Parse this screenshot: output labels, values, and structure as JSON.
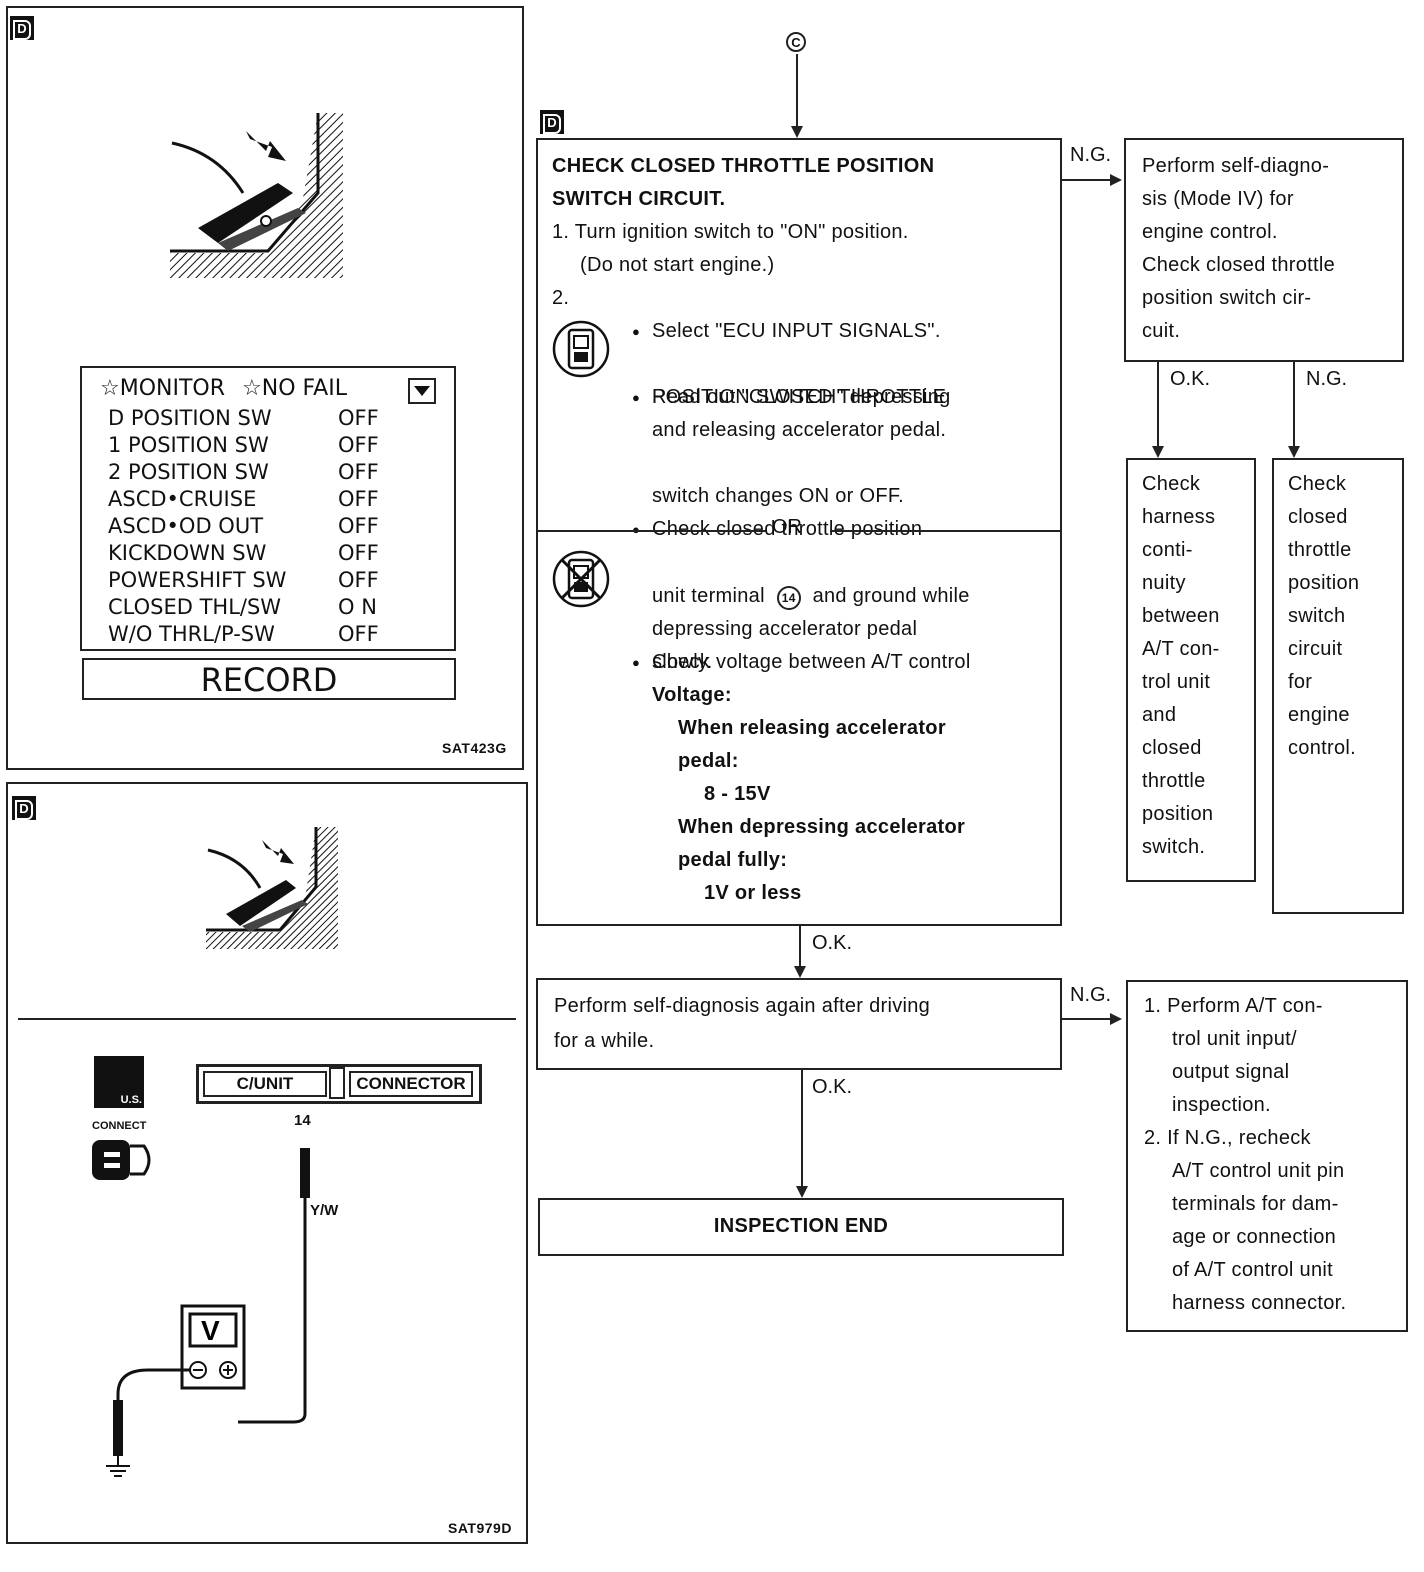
{
  "top_panel": {
    "tag": "D",
    "code": "SAT423G",
    "monitor": {
      "header_left": "MONITOR",
      "header_right": "NO FAIL",
      "rows": [
        {
          "label": "D POSITION SW",
          "value": "OFF"
        },
        {
          "label": "1 POSITION SW",
          "value": "OFF"
        },
        {
          "label": "2 POSITION SW",
          "value": "OFF"
        },
        {
          "label": "ASCD•CRUISE",
          "value": "OFF"
        },
        {
          "label": "ASCD•OD OUT",
          "value": "OFF"
        },
        {
          "label": "KICKDOWN SW",
          "value": "OFF"
        },
        {
          "label": "POWERSHIFT SW",
          "value": "OFF"
        },
        {
          "label": "CLOSED THL/SW",
          "value": "O N"
        },
        {
          "label": "W/O THRL/P-SW",
          "value": "OFF"
        }
      ],
      "record_label": "RECORD"
    }
  },
  "bottom_panel": {
    "tag": "D",
    "code": "SAT979D",
    "connector_left": "C/UNIT",
    "connector_right": "CONNECTOR",
    "pin": "14",
    "wire": "Y/W",
    "connect_label": "CONNECT",
    "meter_label": "V",
    "us_label": "U.S."
  },
  "flow": {
    "entry": "C",
    "tag": "D",
    "main_box": {
      "title1": "CHECK CLOSED THROTTLE POSITION",
      "title2": "SWITCH CIRCUIT.",
      "step1a": "1. Turn ignition switch to \"ON\" position.",
      "step1b": "(Do not start engine.)",
      "step2": "2.",
      "b1": "Select \"ECU INPUT SIGNALS\".",
      "b2a": "Read out \"CLOSED THROTTLE",
      "b2b": "POSITION SWITCH\" depressing",
      "b2c": "and releasing accelerator pedal.",
      "b3a": "Check closed throttle position",
      "b3b": "switch changes ON or OFF.",
      "or": "OR",
      "c1a": "Check voltage between A/T control",
      "c1b_pre": "unit terminal",
      "c1b_pin": "14",
      "c1b_post": "and ground while",
      "c1c": "depressing accelerator pedal",
      "c1d": "slowly.",
      "voltage": "Voltage:",
      "rel1": "When releasing accelerator",
      "rel2": "pedal:",
      "rel_val": "8 - 15V",
      "dep1": "When depressing accelerator",
      "dep2": "pedal fully:",
      "dep_val": "1V or less"
    },
    "ng1": "N.G.",
    "right_box1": [
      "Perform self-diagno-",
      "sis (Mode IV) for",
      "engine control.",
      "Check closed throttle",
      "position switch cir-",
      "cuit."
    ],
    "ok_a": "O.K.",
    "ng_a": "N.G.",
    "harness_box": [
      "Check",
      "harness",
      "conti-",
      "nuity",
      "between",
      "A/T con-",
      "trol unit",
      "and",
      "closed",
      "throttle",
      "position",
      "switch."
    ],
    "closed_box": [
      "Check",
      "closed",
      "throttle",
      "position",
      "switch",
      "circuit",
      "for",
      "engine",
      "control."
    ],
    "ok1": "O.K.",
    "self_diag_box": [
      "Perform self-diagnosis again after driving",
      "for a while."
    ],
    "ng2": "N.G.",
    "ok2": "O.K.",
    "end_box": "INSPECTION END",
    "right_box2": {
      "l1": "1. Perform A/T con-",
      "l2": "trol unit input/",
      "l3": "output signal",
      "l4": "inspection.",
      "l5": "2. If N.G., recheck",
      "l6": "A/T control unit pin",
      "l7": "terminals for dam-",
      "l8": "age or connection",
      "l9": "of A/T control unit",
      "l10": "harness connector."
    }
  }
}
